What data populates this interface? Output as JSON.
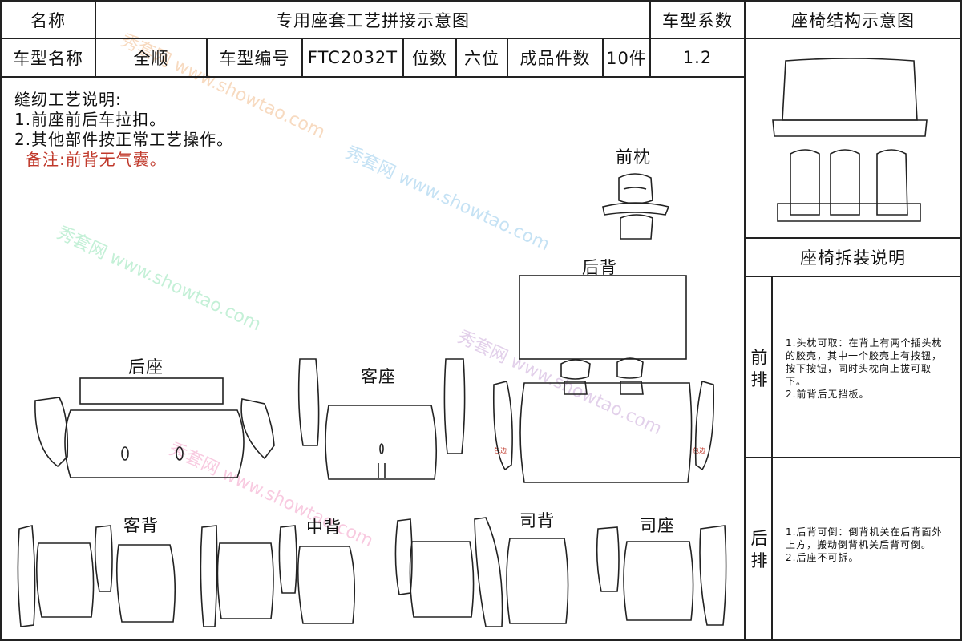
{
  "header": {
    "name_label": "名称",
    "title": "专用座套工艺拼接示意图",
    "coef_label": "车型系数",
    "struct_title": "座椅结构示意图",
    "model_name_label": "车型名称",
    "model_name": "全顺",
    "model_no_label": "车型编号",
    "model_no": "FTC2032T",
    "seats_label": "位数",
    "seats": "六位",
    "pieces_label": "成品件数",
    "pieces": "10件",
    "coef": "1.2"
  },
  "notes": {
    "heading": "缝纫工艺说明:",
    "line1": "1.前座前后车拉扣。",
    "line2": "2.其他部件按正常工艺操作。",
    "remark": "备注:前背无气囊。"
  },
  "parts": {
    "front_pillow": "前枕",
    "rear_back": "后背",
    "rear_seat": "后座",
    "passenger_seat": "客座",
    "passenger_back": "客背",
    "middle_back": "中背",
    "driver_back": "司背",
    "driver_seat": "司座",
    "edge_left": "包边",
    "edge_right": "包边"
  },
  "assembly": {
    "title": "座椅拆装说明",
    "front_label": "前排",
    "front_text1": "1.头枕可取：在背上有两个插头枕的胶壳，其中一个胶壳上有按钮，按下按钮，同时头枕向上拔可取下。",
    "front_text2": "2.前背后无挡板。",
    "rear_label": "后排",
    "rear_text1": "1.后背可倒：倒背机关在后背面外上方，搬动倒背机关后背可倒。",
    "rear_text2": "2.后座不可拆。"
  },
  "watermark": {
    "cn": "秀套网",
    "url": "www.showtao.com"
  },
  "colors": {
    "line": "#222222",
    "remark": "#c0392b"
  }
}
